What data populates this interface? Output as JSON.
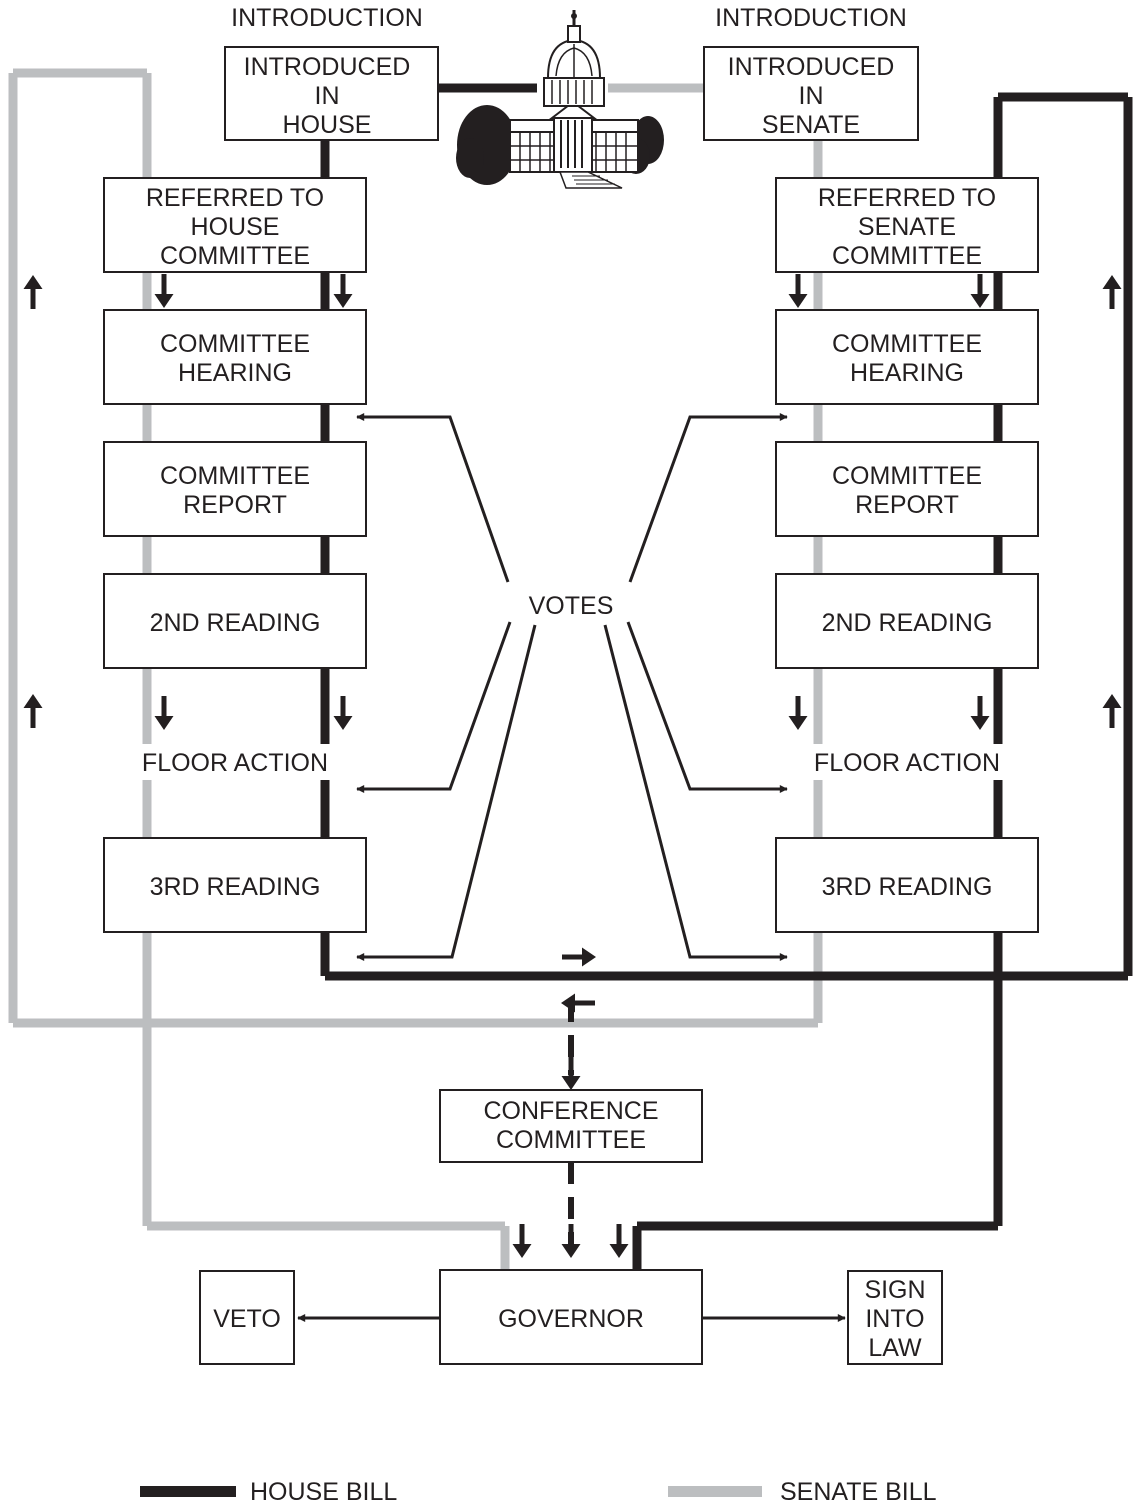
{
  "header": {
    "house_heading": "INTRODUCTION",
    "senate_heading": "INTRODUCTION"
  },
  "house": {
    "introduced": [
      "INTRODUCED",
      "IN",
      "HOUSE"
    ],
    "referred": [
      "REFERRED TO",
      "HOUSE",
      "COMMITTEE"
    ],
    "hearing": [
      "COMMITTEE",
      "HEARING"
    ],
    "report": [
      "COMMITTEE",
      "REPORT"
    ],
    "second_reading": "2ND READING",
    "floor_action": "FLOOR ACTION",
    "third_reading": "3RD READING"
  },
  "senate": {
    "introduced": [
      "INTRODUCED",
      "IN",
      "SENATE"
    ],
    "referred": [
      "REFERRED TO",
      "SENATE",
      "COMMITTEE"
    ],
    "hearing": [
      "COMMITTEE",
      "HEARING"
    ],
    "report": [
      "COMMITTEE",
      "REPORT"
    ],
    "second_reading": "2ND READING",
    "floor_action": "FLOOR ACTION",
    "third_reading": "3RD READING"
  },
  "center": {
    "votes": "VOTES",
    "conference": [
      "CONFERENCE",
      "COMMITTEE"
    ],
    "governor": "GOVERNOR",
    "veto": "VETO",
    "sign": [
      "SIGN",
      "INTO",
      "LAW"
    ]
  },
  "legend": {
    "house_bill": "HOUSE BILL",
    "senate_bill": "SENATE BILL"
  },
  "colors": {
    "house_line": "#231f20",
    "senate_line": "#bcbec0"
  },
  "icons": {
    "capitol": "capitol-building-icon"
  }
}
